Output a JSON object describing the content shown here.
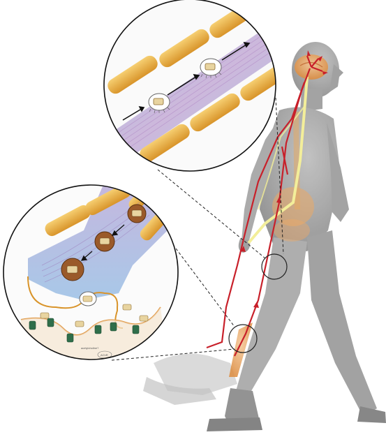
{
  "figure": {
    "colors": {
      "background": "#ffffff",
      "body_silhouette": "#8f8f8f",
      "body_highlight": "#b5b5b5",
      "nerve_red": "#c8202a",
      "nerve_yellow": "#f3ee9a",
      "myelin_tan": "#e2a63a",
      "axon_lavender": "#c8b6d8",
      "inset_blue": "#b9d7ee",
      "bone_orange": "#e99b4a",
      "receptor_green": "#2f6e4a",
      "circle_outline": "#222222"
    },
    "insets": [
      {
        "name": "axon-transport-inset",
        "depicts": "vesicles moving along an axon between myelin segments"
      },
      {
        "name": "nerve-terminal-inset",
        "depicts": "nerve terminal releasing vesicles at a synapse with receptors"
      }
    ],
    "body_markers": [
      {
        "name": "upper-leg-marker"
      },
      {
        "name": "lower-leg-marker"
      }
    ],
    "cell_label": {
      "text_line_1": "acetylcholine?",
      "text_line_2": "AChR"
    }
  }
}
